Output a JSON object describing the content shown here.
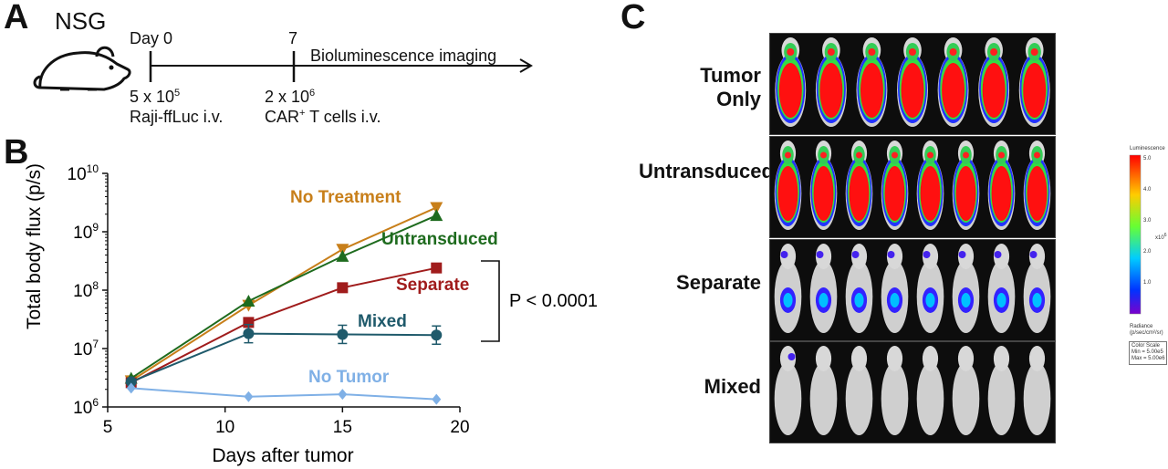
{
  "panels": {
    "a": "A",
    "b": "B",
    "c": "C"
  },
  "timeline": {
    "mouse_label": "NSG",
    "day0": "Day 0",
    "day7": "7",
    "imaging": "Bioluminescence imaging",
    "dose1_base": "5 x 10",
    "dose1_exp": "5",
    "dose1_cells": "Raji-ffLuc i.v.",
    "dose2_base": "2 x 10",
    "dose2_exp": "6",
    "dose2_cells_pre": "CAR",
    "dose2_cells_sup": "+",
    "dose2_cells_post": " T cells i.v."
  },
  "chart_data": {
    "type": "line",
    "xlabel": "Days after tumor",
    "ylabel": "Total body flux (p/s)",
    "xlim": [
      5,
      20
    ],
    "x_ticks": [
      5,
      10,
      15,
      20
    ],
    "ylim_log10": [
      6,
      10
    ],
    "y_tick_labels": [
      {
        "base": "10",
        "exp": "6"
      },
      {
        "base": "10",
        "exp": "7"
      },
      {
        "base": "10",
        "exp": "8"
      },
      {
        "base": "10",
        "exp": "9"
      },
      {
        "base": "10",
        "exp": "10"
      }
    ],
    "grid": false,
    "series": [
      {
        "name": "No  Treatment",
        "color": "#c87f1a",
        "marker": "triangle-down",
        "x": [
          6,
          11,
          15,
          19
        ],
        "y": [
          2800000.0,
          55000000.0,
          500000000.0,
          2600000000.0
        ]
      },
      {
        "name": "Untransduced",
        "color": "#1e6b1e",
        "marker": "triangle-up",
        "x": [
          6,
          11,
          15,
          19
        ],
        "y": [
          3100000.0,
          65000000.0,
          380000000.0,
          1900000000.0
        ]
      },
      {
        "name": "Separate",
        "color": "#a01c1c",
        "marker": "square",
        "x": [
          6,
          11,
          15,
          19
        ],
        "y": [
          2600000.0,
          28000000.0,
          110000000.0,
          240000000.0
        ]
      },
      {
        "name": "Mixed",
        "color": "#1f5a6b",
        "marker": "circle",
        "x": [
          6,
          11,
          15,
          19
        ],
        "y": [
          2700000.0,
          18000000.0,
          17500000.0,
          17000000.0
        ]
      },
      {
        "name": "No Tumor",
        "color": "#7fb0e6",
        "marker": "diamond",
        "x": [
          6,
          11,
          15,
          19
        ],
        "y": [
          2100000.0,
          1500000.0,
          1650000.0,
          1350000.0
        ]
      }
    ],
    "annotation": "P < 0.0001"
  },
  "imaging": {
    "rows": [
      {
        "label": [
          "Tumor",
          "Only"
        ],
        "level": "high",
        "mice": 7
      },
      {
        "label": [
          "Untransduced"
        ],
        "level": "high",
        "mice": 8
      },
      {
        "label": [
          "Separate"
        ],
        "level": "medium",
        "mice": 8
      },
      {
        "label": [
          "Mixed"
        ],
        "level": "none",
        "mice": 8
      }
    ],
    "scale": {
      "title": "Luminescence",
      "ticks": [
        "5.0",
        "4.0",
        "3.0",
        "2.0",
        "1.0"
      ],
      "multiplier": "x10",
      "multiplier_exp": "6",
      "unit_title": "Radiance",
      "unit": "(p/sec/cm²/sr)",
      "box_title": "Color Scale",
      "min": "Min = 5.00e5",
      "max": "Max = 5.00e6"
    }
  }
}
